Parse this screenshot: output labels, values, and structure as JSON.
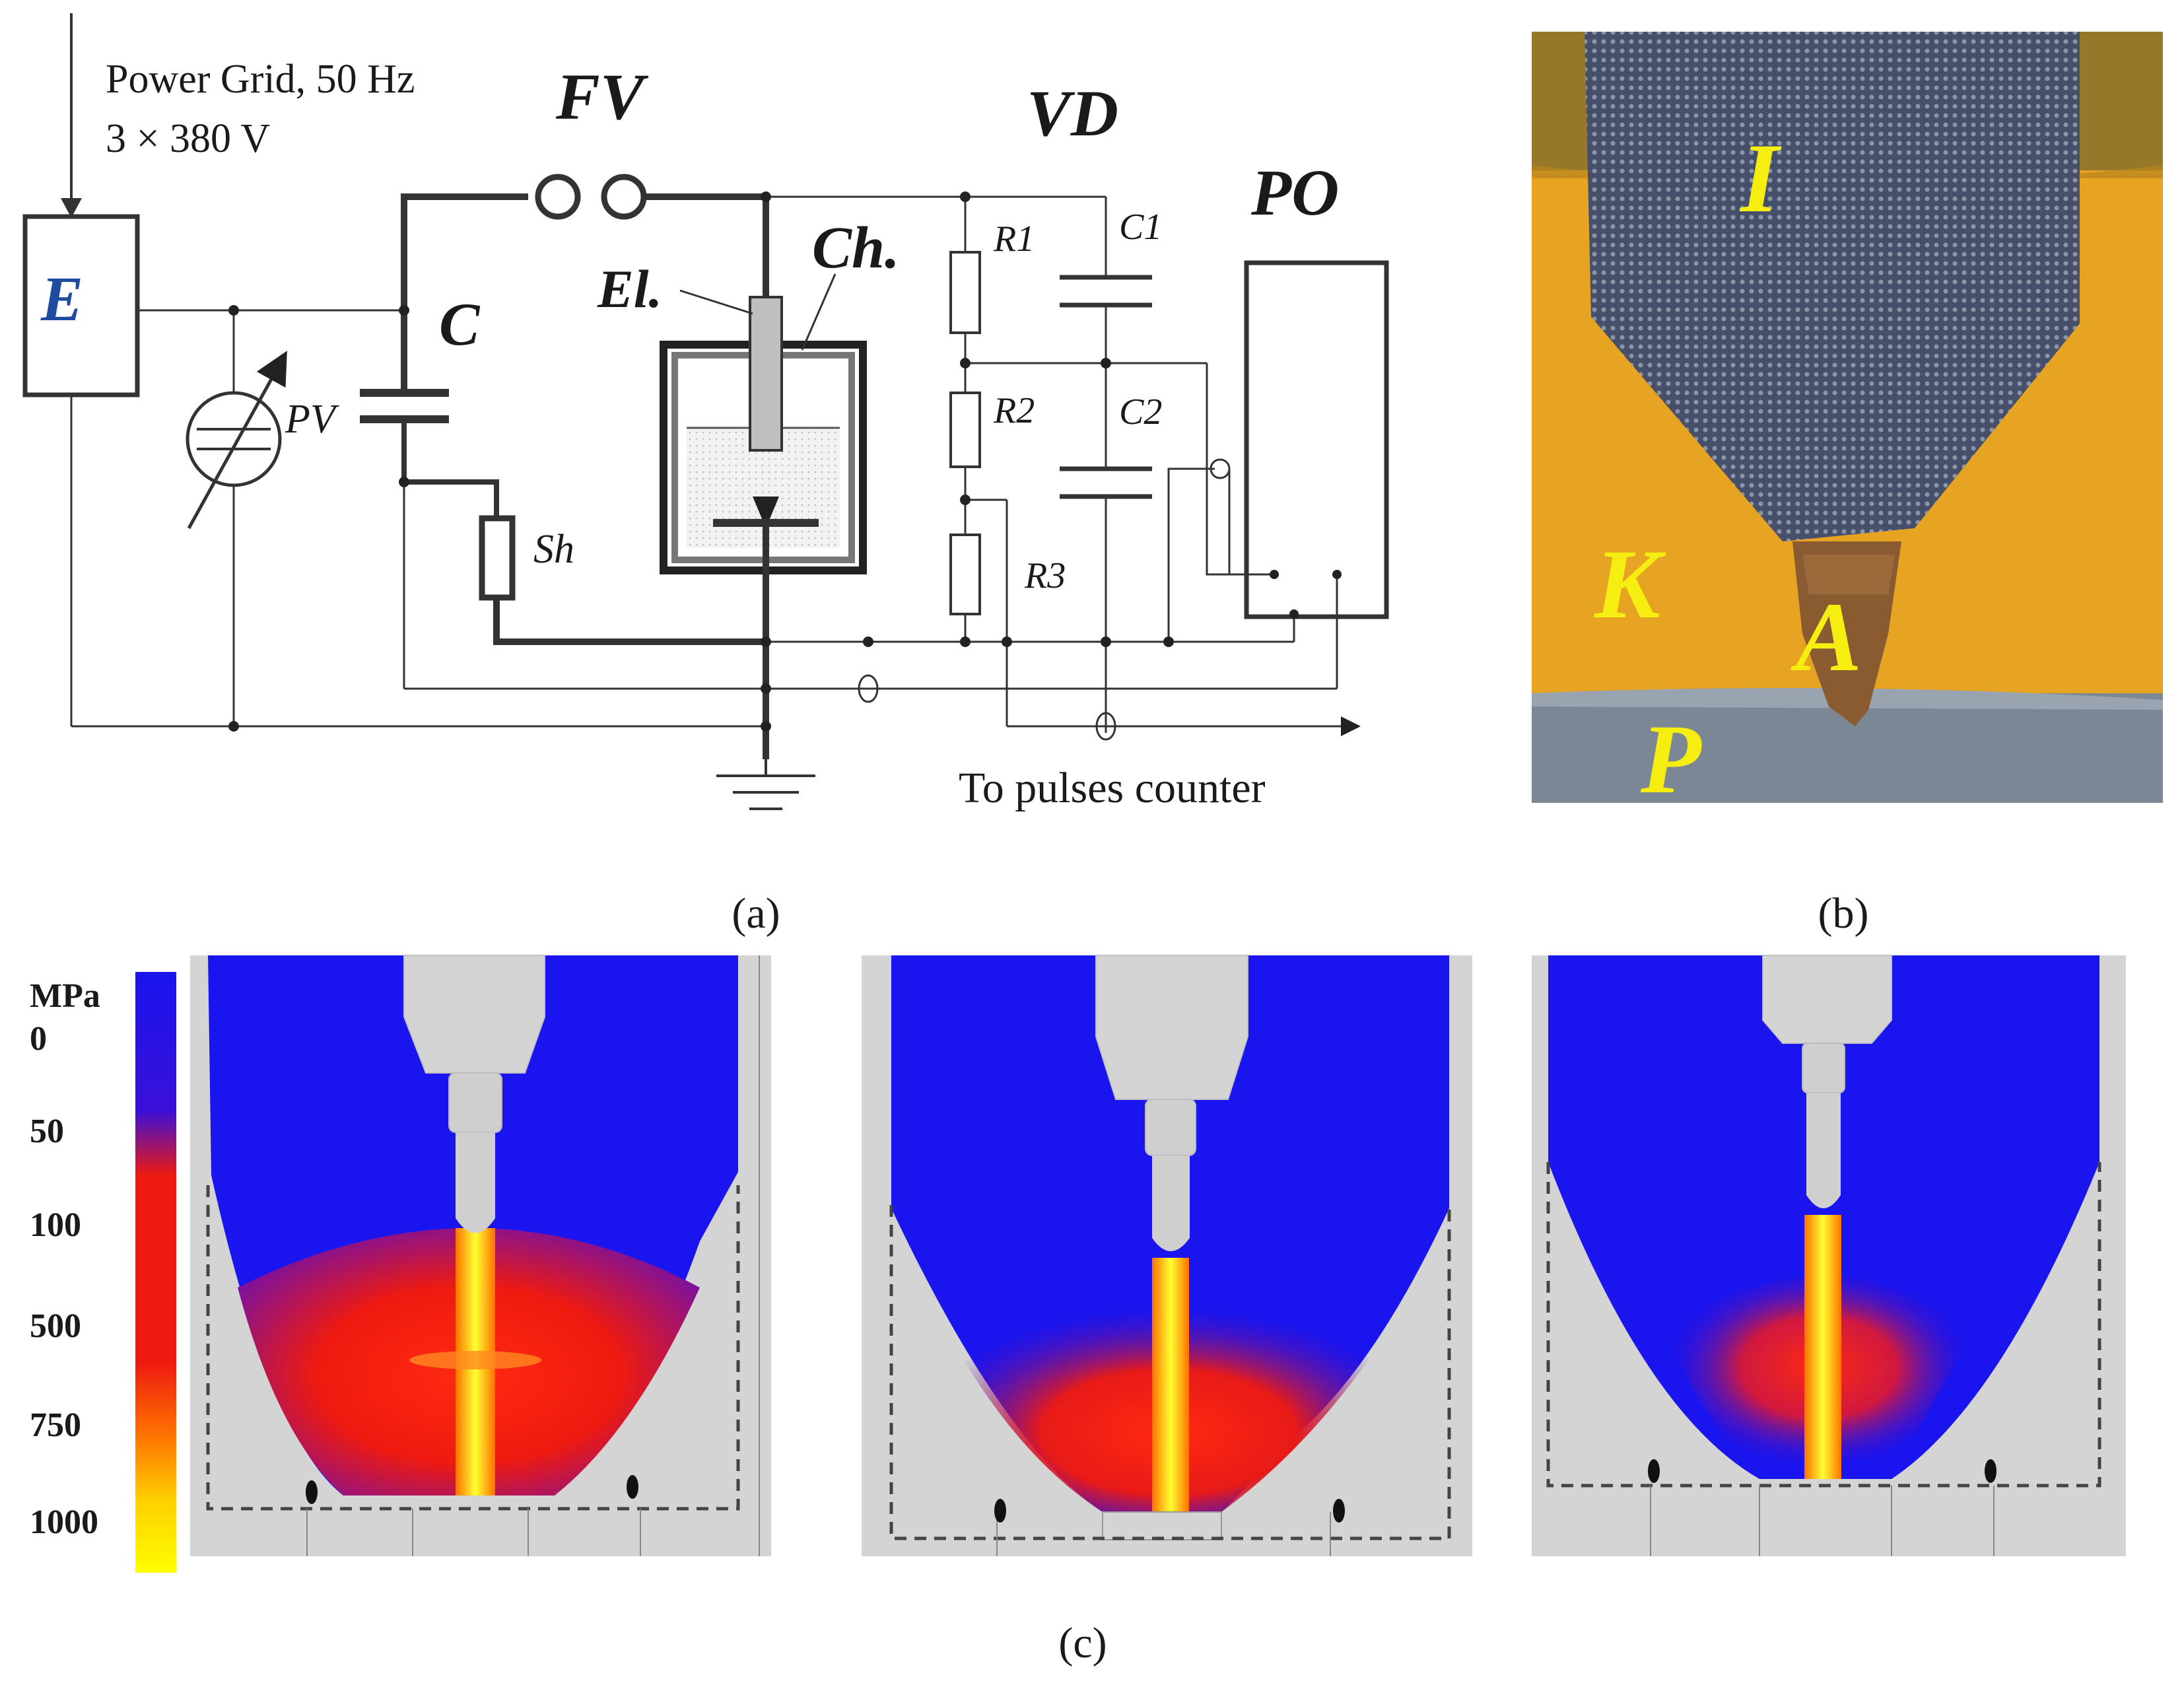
{
  "panel_a": {
    "label": "(a)",
    "power_line1": "Power Grid, 50 Hz",
    "power_line2": "3 × 380 V",
    "E": "E",
    "FV": "FV",
    "VD": "VD",
    "C": "C",
    "PV": "PV",
    "Sh": "Sh",
    "El": "El.",
    "Ch": "Ch.",
    "R1": "R1",
    "R2": "R2",
    "R3": "R3",
    "C1": "C1",
    "C2": "C2",
    "PO": "PO",
    "counter": "To pulses counter"
  },
  "panel_b": {
    "label": "(b)",
    "I": "I",
    "K": "K",
    "A": "A",
    "P": "P",
    "colors": {
      "background": "#e6a422",
      "insulator": "#3f4a63",
      "plate": "#7c8796",
      "text": "#f6ee10"
    }
  },
  "panel_c": {
    "label": "(c)",
    "unit": "MPa",
    "scale_ticks": [
      "0",
      "50",
      "100",
      "500",
      "750",
      "1000"
    ],
    "colors": {
      "low": "#1a14ee",
      "mid": "#ee1a10",
      "high": "#ffff00",
      "solid": "#d3d3d3"
    }
  }
}
